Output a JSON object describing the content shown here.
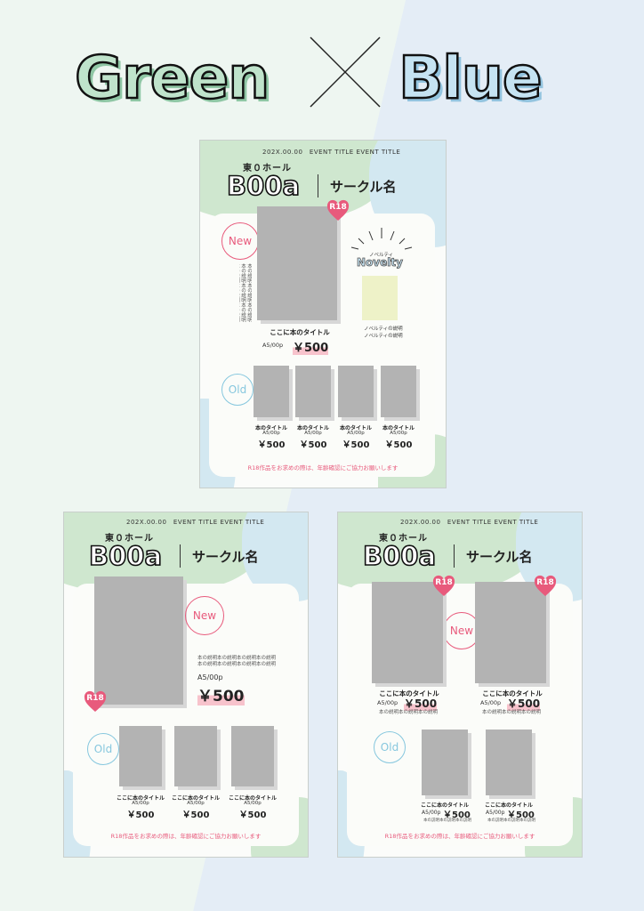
{
  "headline": {
    "left_word": "Green",
    "right_word": "Blue"
  },
  "colors": {
    "green": "#cfe7cf",
    "blue": "#d3e8f1",
    "pink": "#e85a7c",
    "cover": "#b3b3b3"
  },
  "sheets": [
    {
      "date_line": "202X.00.00　EVENT TITLE EVENT TITLE",
      "hall": "東０ホール",
      "space": "B00a",
      "circle": "サークル名",
      "new_badge": "New",
      "old_badge": "Old",
      "r18": "R18",
      "main_title": "ここに本のタイトル",
      "main_spec": "A5/00p",
      "main_price": "￥500",
      "description_vertical": "本の説明本の説明本の説明本の説明本の説明本の説明本の説明本の説明本の説明本の説明本の説明本の説明",
      "novelty_small": "ノベルティ",
      "novelty_title": "Novelty",
      "novelty_desc_1": "ノベルティの説明",
      "novelty_desc_2": "ノベルティの説明",
      "old_books": [
        {
          "title": "本のタイトル",
          "spec": "A5/00p",
          "price": "￥500"
        },
        {
          "title": "本のタイトル",
          "spec": "A5/00p",
          "price": "￥500"
        },
        {
          "title": "本のタイトル",
          "spec": "A5/00p",
          "price": "￥500"
        },
        {
          "title": "本のタイトル",
          "spec": "A5/00p",
          "price": "￥500"
        }
      ],
      "notice": "R18作品をお求めの際は、年齢確認にご協力お願いします"
    },
    {
      "date_line": "202X.00.00　EVENT TITLE EVENT TITLE",
      "hall": "東０ホール",
      "space": "B00a",
      "circle": "サークル名",
      "new_badge": "New",
      "old_badge": "Old",
      "r18": "R18",
      "main_desc_1": "本の説明本の説明本の説明本の説明",
      "main_desc_2": "本の説明本の説明本の説明本の説明",
      "main_spec": "A5/00p",
      "main_price": "￥500",
      "old_books": [
        {
          "title": "ここに本のタイトル",
          "spec": "A5/00p",
          "price": "￥500"
        },
        {
          "title": "ここに本のタイトル",
          "spec": "A5/00p",
          "price": "￥500"
        },
        {
          "title": "ここに本のタイトル",
          "spec": "A5/00p",
          "price": "￥500"
        }
      ],
      "notice": "R18作品をお求めの際は、年齢確認にご協力お願いします"
    },
    {
      "date_line": "202X.00.00　EVENT TITLE EVENT TITLE",
      "hall": "東０ホール",
      "space": "B00a",
      "circle": "サークル名",
      "new_badge": "New",
      "old_badge": "Old",
      "r18": "R18",
      "new_books": [
        {
          "title": "ここに本のタイトル",
          "spec": "A5/00p",
          "price": "￥500",
          "desc": "本の説明本の説明本の説明"
        },
        {
          "title": "ここに本のタイトル",
          "spec": "A5/00p",
          "price": "￥500",
          "desc": "本の説明本の説明本の説明"
        }
      ],
      "old_books": [
        {
          "title": "ここに本のタイトル",
          "spec": "A5/00p",
          "price": "￥500",
          "desc": "本の説明本の説明本の説明"
        },
        {
          "title": "ここに本のタイトル",
          "spec": "A5/00p",
          "price": "￥500",
          "desc": "本の説明本の説明本の説明"
        }
      ],
      "notice": "R18作品をお求めの際は、年齢確認にご協力お願いします"
    }
  ]
}
